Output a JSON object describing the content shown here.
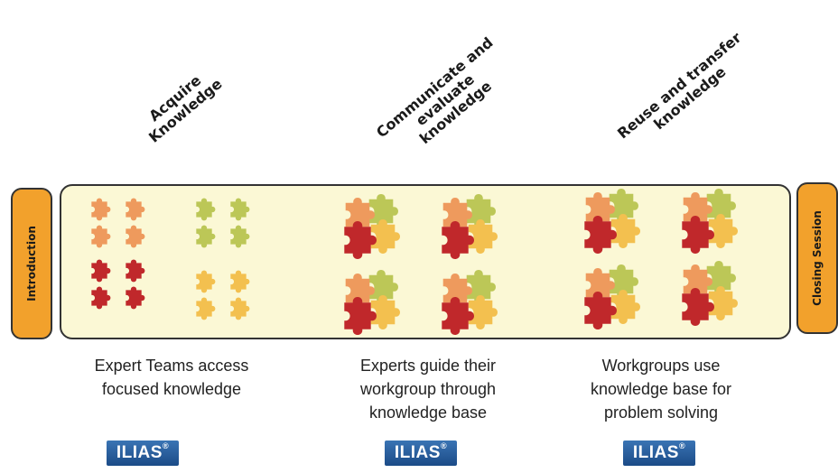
{
  "phases": [
    {
      "lines": [
        "Acquire",
        "Knowledge"
      ]
    },
    {
      "lines": [
        "Communicate and",
        "evaluate",
        "knowledge"
      ]
    },
    {
      "lines": [
        "Reuse and transfer",
        "knowledge"
      ]
    }
  ],
  "sidebars": {
    "left": "Introduction",
    "right": "Closing Session"
  },
  "captions": [
    {
      "lines": [
        "Expert Teams access",
        "focused knowledge"
      ]
    },
    {
      "lines": [
        "Experts guide their",
        "workgroup through",
        "knowledge base"
      ]
    },
    {
      "lines": [
        "Workgroups use",
        "knowledge base for",
        "problem solving"
      ]
    }
  ],
  "badge": {
    "text": "ILIAS",
    "mark": "®"
  },
  "colors": {
    "orange": "#ee9a5d",
    "green": "#bcc757",
    "red": "#c0282b",
    "yellow": "#f3c04f",
    "tab": "#f2a12c",
    "panel": "#fbf8d5"
  }
}
